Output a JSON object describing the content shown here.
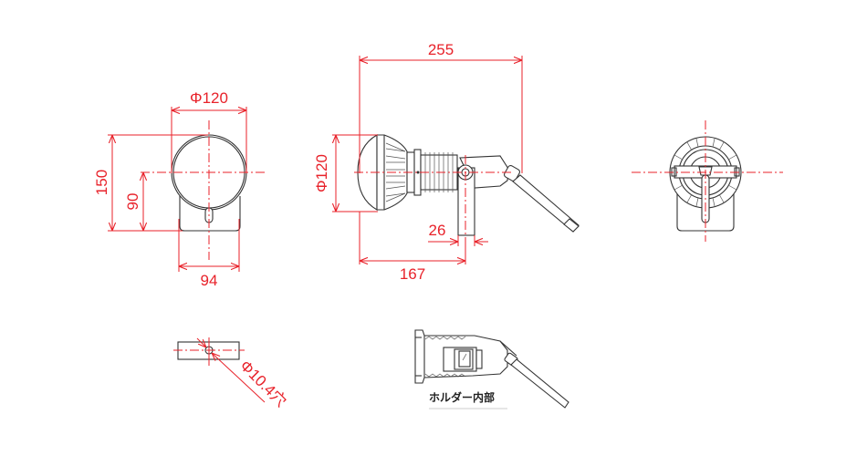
{
  "drawing": {
    "type": "technical-dimension-drawing",
    "units": "mm",
    "dimension_color": "#e8222a",
    "outline_color": "#333333"
  },
  "front_view": {
    "diameter": "Φ120",
    "total_height": "150",
    "center_height": "90",
    "base_width": "94"
  },
  "side_view": {
    "total_length": "255",
    "diameter": "Φ120",
    "bracket_width": "26",
    "front_to_pivot": "167"
  },
  "rear_view": {},
  "mount_detail": {
    "hole": "Φ10.4穴"
  },
  "holder_detail": {
    "caption": "ホルダー内部"
  }
}
